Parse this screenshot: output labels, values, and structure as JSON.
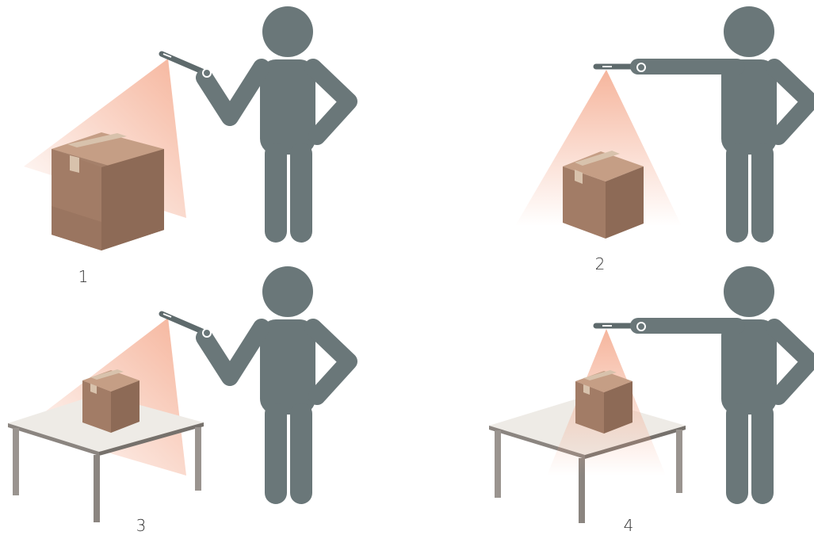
{
  "panels": [
    {
      "label": "1"
    },
    {
      "label": "2"
    },
    {
      "label": "3"
    },
    {
      "label": "4"
    }
  ],
  "colors": {
    "figure": "#6a7779",
    "box_front": "#a5806a",
    "box_side": "#8d6a56",
    "box_top": "#c59e85",
    "tape": "#d8c2ac",
    "beam": "#f2a98c",
    "table_top": "#eeebe6",
    "table_edge": "#8b8580",
    "table_leg": "#9a948f",
    "scanner": "#5e6a6c"
  },
  "icons": [
    "person-icon",
    "barcode-scanner-icon",
    "cardboard-box-icon",
    "table-icon",
    "scan-beam"
  ]
}
